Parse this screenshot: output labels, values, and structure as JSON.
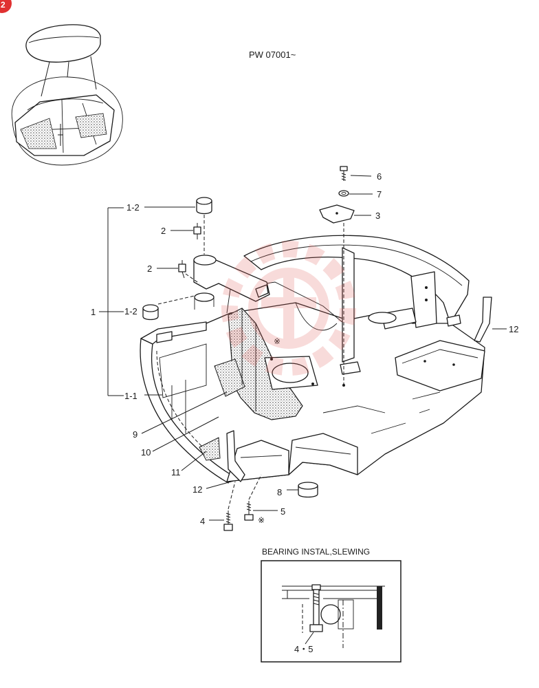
{
  "badge": {
    "label": "2"
  },
  "serial": "PW 07001~",
  "callouts": {
    "c6": "6",
    "c7": "7",
    "c3": "3",
    "c1_2_top": "1-2",
    "c2_upper": "2",
    "c2_lower": "2",
    "c1": "1",
    "c1_2_mid": "1-2",
    "c12_right": "12",
    "c1_1": "1-1",
    "c9": "9",
    "c10": "10",
    "c11": "11",
    "c12_left": "12",
    "c8": "8",
    "c4": "4",
    "c5": "5",
    "mark_bolt": "※",
    "mark_frame": "※"
  },
  "inset": {
    "title": "BEARING INSTAL,SLEWING",
    "label": "4・5"
  },
  "colors": {
    "badge": "#e03131",
    "ink": "#1a1a1a",
    "watermark": "#e0605a"
  }
}
